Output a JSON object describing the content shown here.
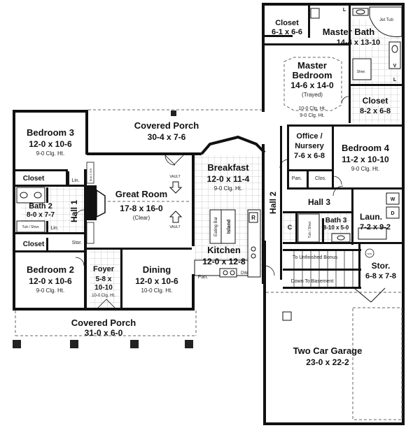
{
  "rooms": {
    "bedroom3": {
      "name": "Bedroom 3",
      "size": "12-0 x 10-6",
      "note": "9-0 Clg. Ht."
    },
    "covered_porch_rear": {
      "name": "Covered Porch",
      "size": "30-4 x 7-6"
    },
    "closet_top": {
      "name": "Closet",
      "size": "6-1 x 6-6"
    },
    "master_bath": {
      "name": "Master Bath",
      "size": "14-4 x 13-10"
    },
    "master_bedroom": {
      "name_line1": "Master",
      "name_line2": "Bedroom",
      "size": "14-6 x 14-0",
      "note": "(Trayed)",
      "clg1": "10-0 Clg. Ht.",
      "clg2": "9-0 Clg. Ht."
    },
    "closet_master": {
      "name": "Closet",
      "size": "8-2 x 6-8"
    },
    "office": {
      "name_line1": "Office /",
      "name_line2": "Nursery",
      "size": "7-6 x 6-8"
    },
    "bedroom4": {
      "name": "Bedroom 4",
      "size": "11-2 x 10-10",
      "note": "9-0 Clg. Ht."
    },
    "breakfast": {
      "name": "Breakfast",
      "size": "12-0 x 11-4",
      "note": "9-0 Clg. Ht."
    },
    "great_room": {
      "name": "Great Room",
      "size": "17-8 x 16-0",
      "note": "(Clear)"
    },
    "hall1": {
      "name": "Hall 1"
    },
    "hall2": {
      "name": "Hall 2"
    },
    "hall3": {
      "name": "Hall 3"
    },
    "closet_left": {
      "name": "Closet"
    },
    "closet_left2": {
      "name": "Closet"
    },
    "bath2": {
      "name": "Bath 2",
      "size": "8-0 x 7-7"
    },
    "bedroom2": {
      "name": "Bedroom 2",
      "size": "12-0 x 10-6",
      "note": "9-0 Clg. Ht."
    },
    "foyer": {
      "name": "Foyer",
      "size_line1": "5-8 x",
      "size_line2": "10-10",
      "note": "10-0 Clg. Ht."
    },
    "dining": {
      "name": "Dining",
      "size": "12-0 x 10-6",
      "note": "10-0 Clg. Ht."
    },
    "kitchen": {
      "name": "Kitchen",
      "size": "12-0 x 12-8"
    },
    "laundry": {
      "name": "Laun.",
      "size": "7-2 x 9-2"
    },
    "bath3": {
      "name": "Bath 3",
      "size": "8-10 x 5-0"
    },
    "storage": {
      "name": "Stor.",
      "size": "6-8 x 7-8"
    },
    "garage": {
      "name": "Two Car Garage",
      "size": "23-0 x 22-2"
    },
    "covered_porch_front": {
      "name": "Covered Porch",
      "size": "31-0 x 6-0"
    }
  },
  "small_labels": {
    "lin1": "Lin.",
    "lin2": "Lin.",
    "stor": "Stor.",
    "pan1": "Pan.",
    "pan2": "Pan.",
    "clos": "Clos.",
    "tub_shwr": "Tub / Shwr.",
    "tub_shwr2": "Tub / Shwr.",
    "shwr": "Shwr.",
    "jet_tub": "Jet Tub",
    "vault1": "VAULT",
    "vault2": "VAULT",
    "built_ins": "BUILT-INS",
    "eating_bar": "Eating Bar",
    "island": "Island",
    "r": "R",
    "dw": "DW",
    "c": "C",
    "w": "W",
    "d": "D",
    "l1": "L",
    "l2": "L",
    "v": "V",
    "sink": "SINK",
    "to_bonus": "To Unfinished Bonus",
    "to_basement": "Down To Basement"
  }
}
